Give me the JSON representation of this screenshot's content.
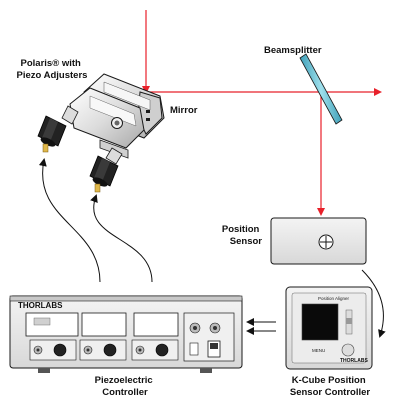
{
  "labels": {
    "mount": [
      "Polaris® with",
      "Piezo Adjusters"
    ],
    "mirror": "Mirror",
    "beamsplitter": "Beamsplitter",
    "position_sensor": [
      "Position",
      "Sensor"
    ],
    "piezo_controller": [
      "Piezoelectric",
      "Controller"
    ],
    "kcube_controller": [
      "K-Cube Position",
      "Sensor Controller"
    ]
  },
  "panel": {
    "brand": "THORLABS",
    "kcube_title": "Position Aligner",
    "kcube_brand": "THORLABS",
    "kcube_menu": "MENU"
  },
  "colors": {
    "laser_beam": "#e8202a",
    "beamsplitter": "#6cc3d5",
    "housing": "#e6e6e6",
    "outline": "#1a1a1a"
  }
}
